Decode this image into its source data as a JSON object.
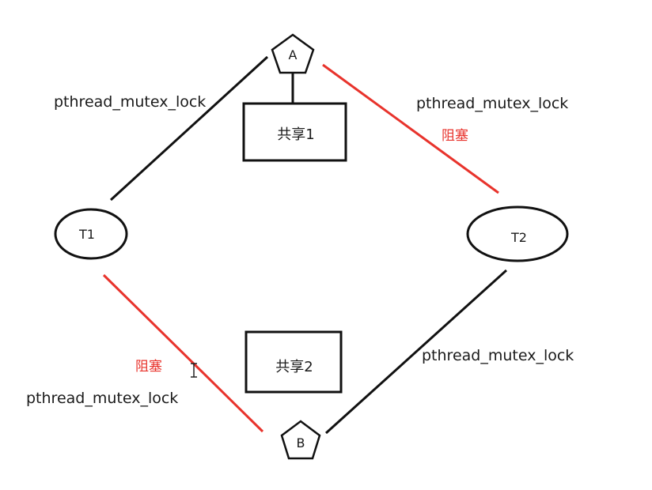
{
  "nodes": {
    "lock_a": "A",
    "lock_b": "B",
    "thread_1": "T1",
    "thread_2": "T2"
  },
  "resources": {
    "shared_1": "共享1",
    "shared_2": "共享2"
  },
  "edges": {
    "t1_a_label": "pthread_mutex_lock",
    "t2_a_label": "pthread_mutex_lock",
    "t2_a_status": "阻塞",
    "t2_b_label": "pthread_mutex_lock",
    "t1_b_label": "pthread_mutex_lock",
    "t1_b_status": "阻塞"
  },
  "colors": {
    "acquired_line": "#111111",
    "blocked_line": "#e8332c"
  }
}
